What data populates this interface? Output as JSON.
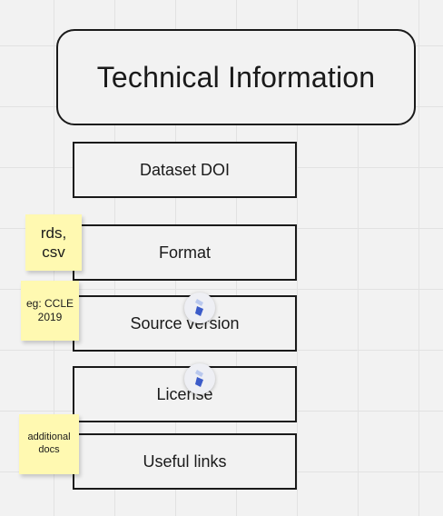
{
  "title": "Technical Information",
  "boxes": {
    "doi": "Dataset DOI",
    "format": "Format",
    "source": "Source version",
    "license": "License",
    "links": "Useful links"
  },
  "stickies": {
    "format_note": "rds,\ncsv",
    "source_note": "eg: CCLE\n2019",
    "links_note": "additional\ndocs"
  },
  "colors": {
    "sticky": "#fff9b1",
    "border": "#1a1a1a",
    "cursor_blue": "#3b5bc9",
    "cursor_light": "#b9c8ee"
  },
  "icons": [
    "user-cursor-icon",
    "user-cursor-icon"
  ]
}
